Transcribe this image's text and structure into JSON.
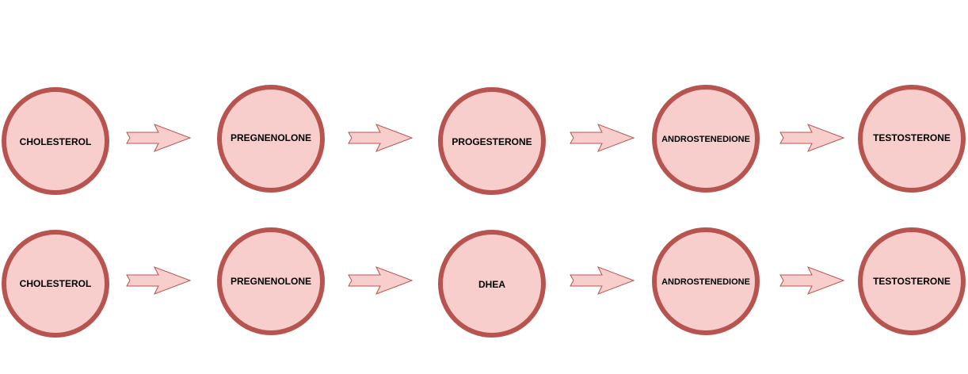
{
  "colors": {
    "node_fill": "#f8cecc",
    "node_stroke": "#b85450",
    "arrow_fill": "#f8cecc",
    "arrow_stroke": "#b85450",
    "text": "#000000",
    "background": "#ffffff"
  },
  "pathways": [
    {
      "nodes": [
        {
          "label": "CHOLESTEROL"
        },
        {
          "label": "PREGNENOLONE"
        },
        {
          "label": "PROGESTERONE"
        },
        {
          "label": "ANDROSTENEDIONE"
        },
        {
          "label": "TESTOSTERONE"
        }
      ]
    },
    {
      "nodes": [
        {
          "label": "CHOLESTEROL"
        },
        {
          "label": "PREGNENOLONE"
        },
        {
          "label": "DHEA"
        },
        {
          "label": "ANDROSTENEDIONE"
        },
        {
          "label": "TESTOSTERONE"
        }
      ]
    }
  ]
}
